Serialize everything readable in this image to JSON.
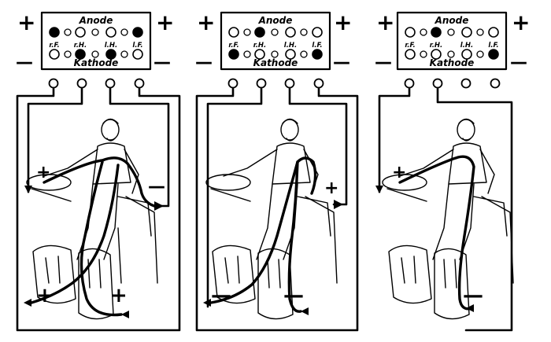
{
  "panels": [
    {
      "anode_label": "Anode",
      "kathode_label": "Kathode",
      "terminal_labels": [
        "r.F.",
        "r.H.",
        "l.H.",
        "l.F."
      ],
      "anode_filled": [
        true,
        false,
        false,
        true
      ],
      "kathode_filled": [
        false,
        true,
        true,
        false
      ],
      "plus_sign": "+",
      "minus_sign": "—",
      "body_signs": [
        "+",
        "—",
        "+",
        "+"
      ]
    },
    {
      "anode_label": "Anode",
      "kathode_label": "Kathode",
      "terminal_labels": [
        "r.F.",
        "r.H.",
        "l.H.",
        "l.F."
      ],
      "anode_filled": [
        false,
        true,
        false,
        false
      ],
      "kathode_filled": [
        true,
        false,
        false,
        true
      ],
      "plus_sign": "+",
      "minus_sign": "—",
      "body_signs": [
        "+",
        "—",
        "—"
      ]
    },
    {
      "anode_label": "Anode",
      "kathode_label": "Kathode",
      "terminal_labels": [
        "r.F.",
        "r.H.",
        "l.H.",
        "l.F."
      ],
      "anode_filled": [
        false,
        true,
        false,
        false
      ],
      "kathode_filled": [
        false,
        false,
        false,
        true
      ],
      "plus_sign": "+",
      "minus_sign": "—",
      "body_signs": [
        "+",
        "—"
      ]
    }
  ]
}
